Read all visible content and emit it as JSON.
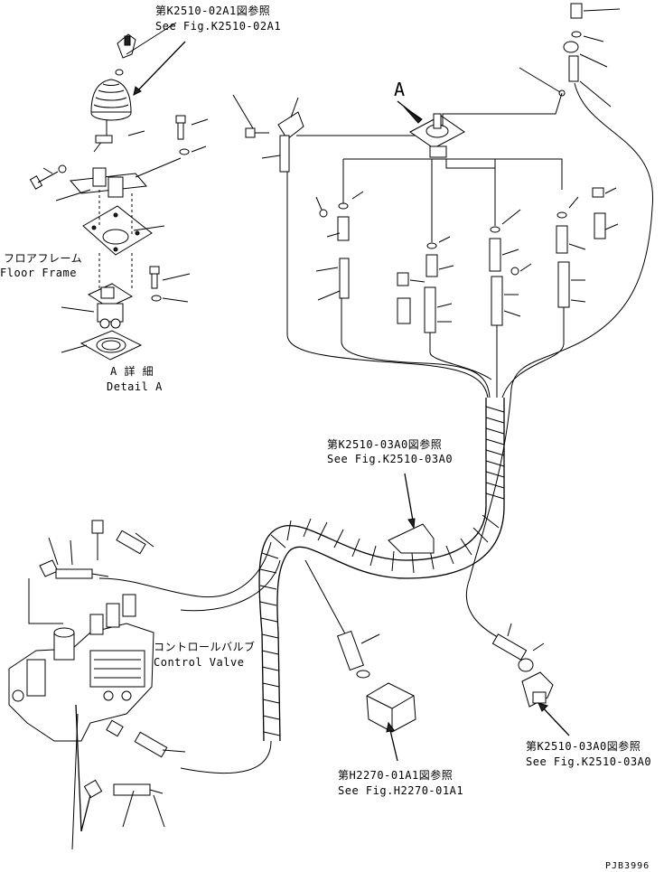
{
  "references": {
    "k2510_02a1_jp": "第K2510-02A1図参照",
    "k2510_02a1_en": "See Fig.K2510-02A1",
    "k2510_03a0_top_jp": "第K2510-03A0図参照",
    "k2510_03a0_top_en": "See Fig.K2510-03A0",
    "h2270_01a1_jp": "第H2270-01A1図参照",
    "h2270_01a1_en": "See Fig.H2270-01A1",
    "k2510_03a0_right_jp": "第K2510-03A0図参照",
    "k2510_03a0_right_en": "See Fig.K2510-03A0"
  },
  "labels": {
    "floor_frame_jp": "フロアフレーム",
    "floor_frame_en": "Floor Frame",
    "detail_a_jp": "A 詳 細",
    "detail_a_en": "Detail A",
    "control_valve_jp": "コントロールバルブ",
    "control_valve_en": "Control Valve",
    "view_marker": "A",
    "drawing_code": "PJB3996"
  }
}
